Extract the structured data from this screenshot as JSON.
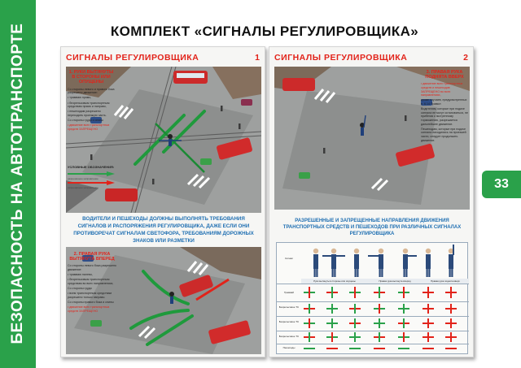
{
  "side_band": {
    "text": "БЕЗОПАСНОСТЬ НА АВТОТРАНСПОРТЕ",
    "color": "#2aa14a"
  },
  "page_number": "33",
  "main_title": "КОМПЛЕКТ «СИГНАЛЫ РЕГУЛИРОВЩИКА»",
  "poster1": {
    "title": "СИГНАЛЫ РЕГУЛИРОВЩИКА",
    "number": "1",
    "section1": {
      "heading": "1. РУКИ ВЫТЯНУТЫ В СТОРОНЫ ИЛИ ОПУЩЕНЫ",
      "lines": [
        "Со стороны левого и правого бока разрешено движение:",
        "• трамваю прямо,",
        "• безрельсовым транспортным средствам прямо и направо,",
        "• пешеходам разрешено переходить проезжую часть.",
        "Со стороны груди и спины",
        "• движение всех транспортных средств ЗАПРЕЩЕНО"
      ],
      "legend_title": "УСЛОВНЫЕ ОБОЗНАЧЕНИЯ:",
      "legend_captions": [
        "разрешённое направление",
        "запрещённое направление"
      ]
    },
    "notice": "ВОДИТЕЛИ И ПЕШЕХОДЫ ДОЛЖНЫ ВЫПОЛНЯТЬ ТРЕБОВАНИЯ СИГНАЛОВ И РАСПОРЯЖЕНИЯ РЕГУЛИРОВЩИКА, ДАЖЕ ЕСЛИ ОНИ ПРОТИВОРЕЧАТ СИГНАЛАМ СВЕТОФОРА, ТРЕБОВАНИЯМ ДОРОЖНЫХ ЗНАКОВ ИЛИ РАЗМЕТКИ",
    "section2": {
      "heading": "2. ПРАВАЯ РУКА ВЫТЯНУТА ВПЕРЕД",
      "lines": [
        "Со стороны левого бока разрешено движение:",
        "• трамваю налево,",
        "• безрельсовым транспортным средствам во всех направлениях,",
        "Со стороны груди",
        "• всем транспортным средствам разрешено только направо.",
        "Со стороны правого бока и спины",
        "• движение всех транспортных средств ЗАПРЕЩЕНО"
      ]
    }
  },
  "poster2": {
    "title": "СИГНАЛЫ РЕГУЛИРОВЩИКА",
    "number": "2",
    "section3": {
      "heading": "3. ПРАВАЯ РУКА ПОДНЯТА ВВЕРХ",
      "lines": [
        "• движение всех транспортных средств и пешеходов ЗАПРЕЩЕНО во всех направлениях,",
        "кроме случаев, предусмотренных п. 6.14 Правил",
        "Водителям, которые при подаче сигнала не могут остановиться, не прибегая к экстренному торможению, разрешается дальнейшее движение.",
        "Пешеходам, которые при подаче сигнала находились на проезжей части, следует продолжить движение."
      ]
    },
    "rules_title": "РАЗРЕШЕННЫЕ И ЗАПРЕЩЕННЫЕ НАПРАВЛЕНИЯ ДВИЖЕНИЯ ТРАНСПОРТНЫХ СРЕДСТВ И ПЕШЕХОДОВ ПРИ РАЗЛИЧНЫХ СИГНАЛАХ РЕГУЛИРОВЩИКА",
    "table": {
      "column_headers": [
        "Руки вытянуты в стороны или опущены",
        "Правая рука вытянута вперёд",
        "Правая рука поднята вверх"
      ],
      "row_labels": [
        "Сигнал",
        "Трамвай",
        "Безрельсовое ТС",
        "Безрельсовое ТС",
        "Безрельсовое ТС",
        "Пешеходы"
      ]
    }
  },
  "colors": {
    "red": "#e2231a",
    "green": "#2aa14a",
    "blue": "#1f6fb2"
  }
}
